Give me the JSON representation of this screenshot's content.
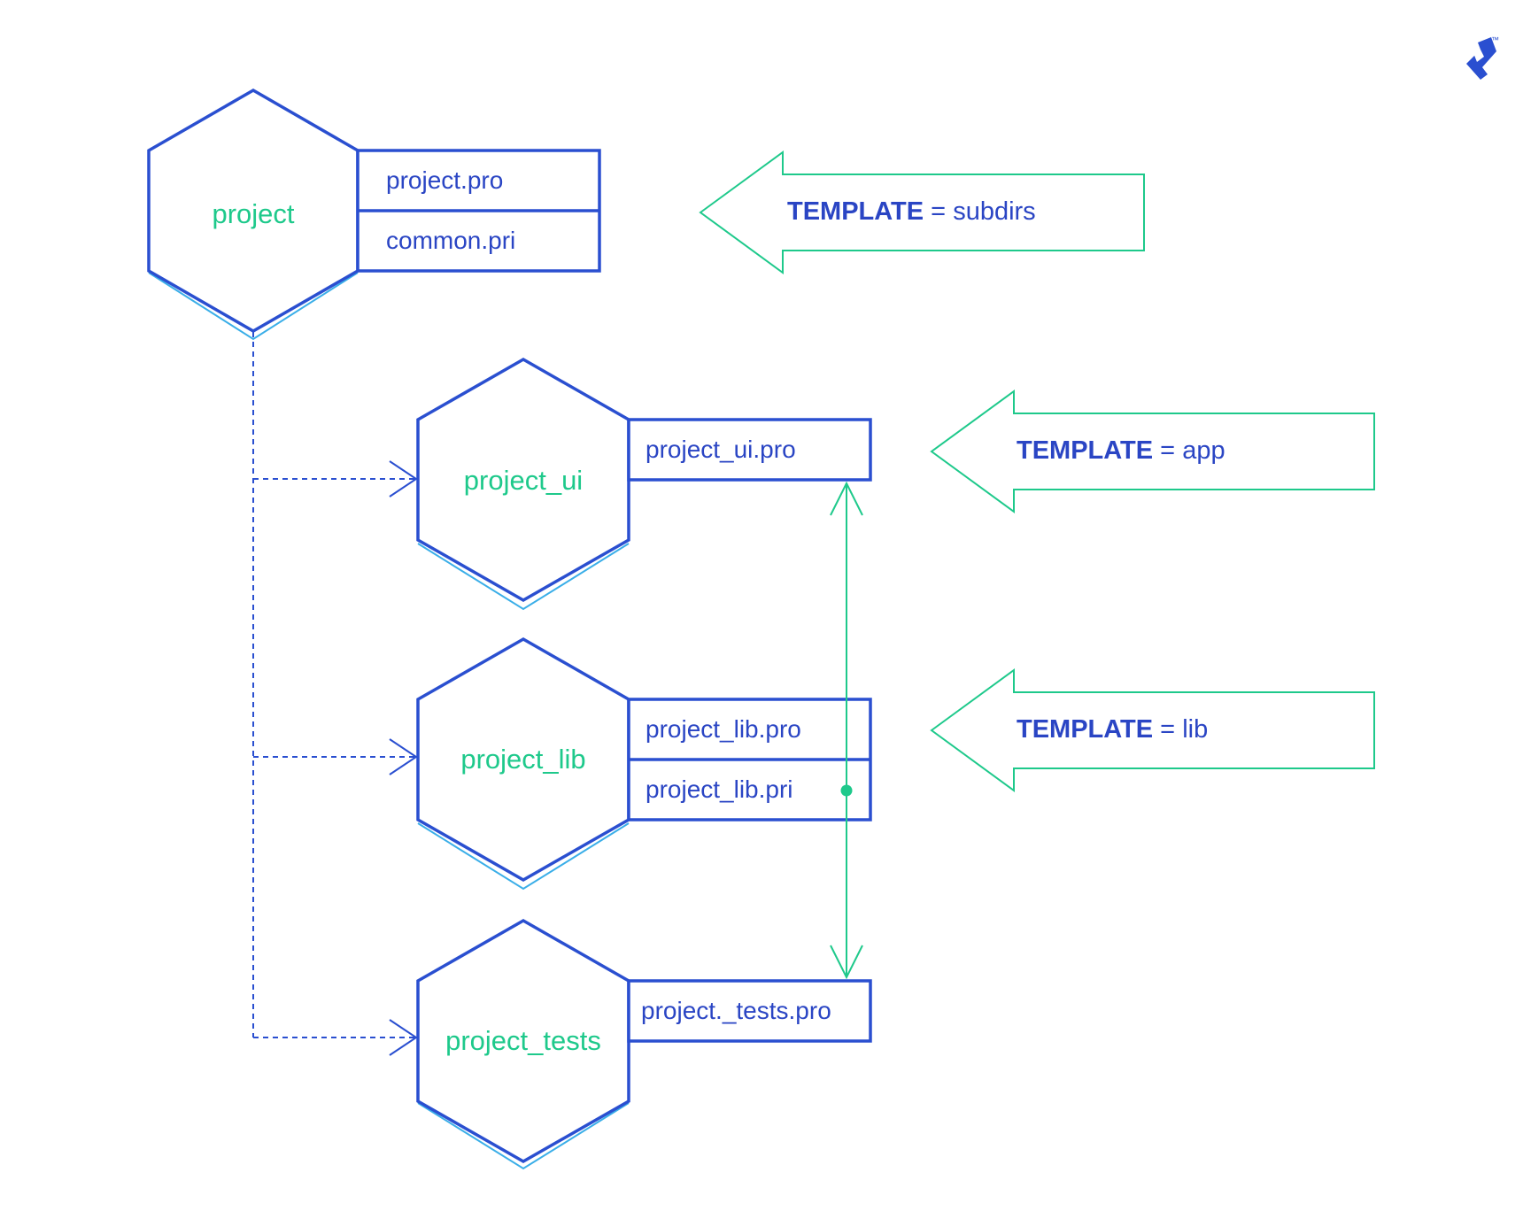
{
  "colors": {
    "primary_blue": "#2a4fd0",
    "shadow_blue": "#3aaee8",
    "accent_green": "#1ec98b",
    "text_blue": "#2a45c4"
  },
  "logo": {
    "icon": "toptal-logo-icon",
    "trademark": "™"
  },
  "nodes": {
    "project": {
      "label": "project",
      "files": [
        "project.pro",
        "common.pri"
      ]
    },
    "project_ui": {
      "label": "project_ui",
      "files": [
        "project_ui.pro"
      ]
    },
    "project_lib": {
      "label": "project_lib",
      "files": [
        "project_lib.pro",
        "project_lib.pri"
      ]
    },
    "project_tests": {
      "label": "project_tests",
      "files": [
        "project._tests.pro"
      ]
    }
  },
  "templates": {
    "subdirs": {
      "key": "TEMPLATE",
      "eq": " = ",
      "value": "subdirs"
    },
    "app": {
      "key": "TEMPLATE",
      "eq": " = ",
      "value": "app"
    },
    "lib": {
      "key": "TEMPLATE",
      "eq": " = ",
      "value": "lib"
    }
  }
}
